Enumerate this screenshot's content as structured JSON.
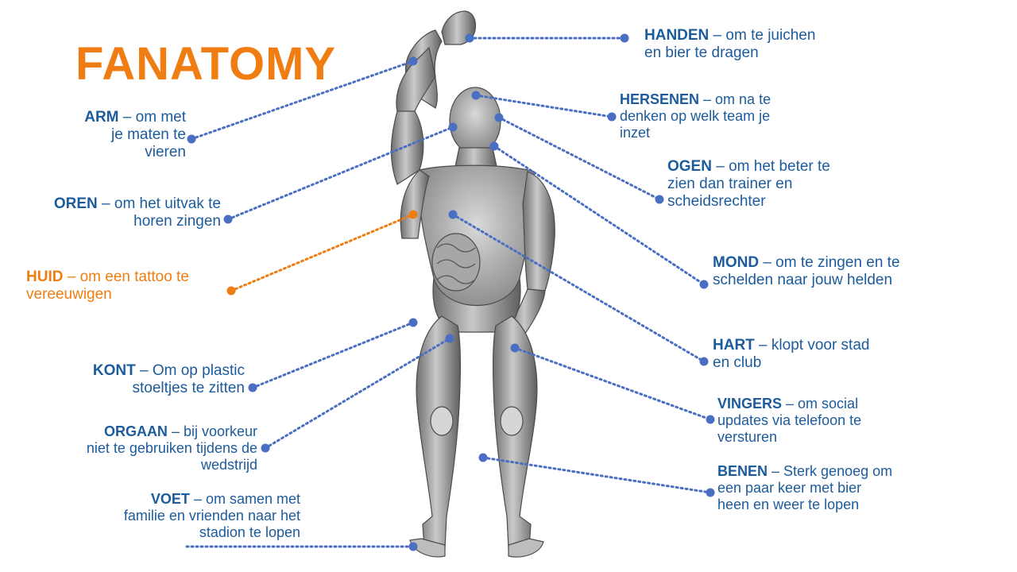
{
  "title": "FANATOMY",
  "colors": {
    "accent": "#ef7d12",
    "text": "#1c5b9c",
    "leader_line": "#4a6fc2",
    "skin_leader": "#ef7d12"
  },
  "labels": {
    "arm": {
      "term": "ARM",
      "text": " – om met\nje maten te\nvieren"
    },
    "oren": {
      "term": "OREN",
      "text": " – om het uitvak te\nhoren zingen"
    },
    "huid": {
      "term": "HUID",
      "text": " – om een tattoo te\nvereeuwigen"
    },
    "kont": {
      "term": "KONT",
      "text": " – Om op plastic\nstoeltjes te zitten"
    },
    "orgaan": {
      "term": "ORGAAN",
      "text": " – bij voorkeur\nniet te gebruiken tijdens de\nwedstrijd"
    },
    "voet": {
      "term": "VOET",
      "text": " – om samen met\nfamilie en vrienden naar het\nstadion te lopen"
    },
    "handen": {
      "term": "HANDEN",
      "text": " – om te juichen\nen bier te dragen"
    },
    "hersenen": {
      "term": "HERSENEN",
      "text": " – om na te\ndenken op welk team je\ninzet"
    },
    "ogen": {
      "term": "OGEN",
      "text": " – om het beter te\nzien dan trainer en\nscheidsrechter"
    },
    "mond": {
      "term": "MOND",
      "text": " – om te zingen en te\nschelden naar jouw helden"
    },
    "hart": {
      "term": "HART",
      "text": " – klopt voor stad\nen club"
    },
    "vingers": {
      "term": "VINGERS",
      "text": " – om social\nupdates via telefoon te\nversturen"
    },
    "benen": {
      "term": "BENEN",
      "text": " – Sterk genoeg om\neen paar keer met bier\nheen en weer te lopen"
    }
  }
}
